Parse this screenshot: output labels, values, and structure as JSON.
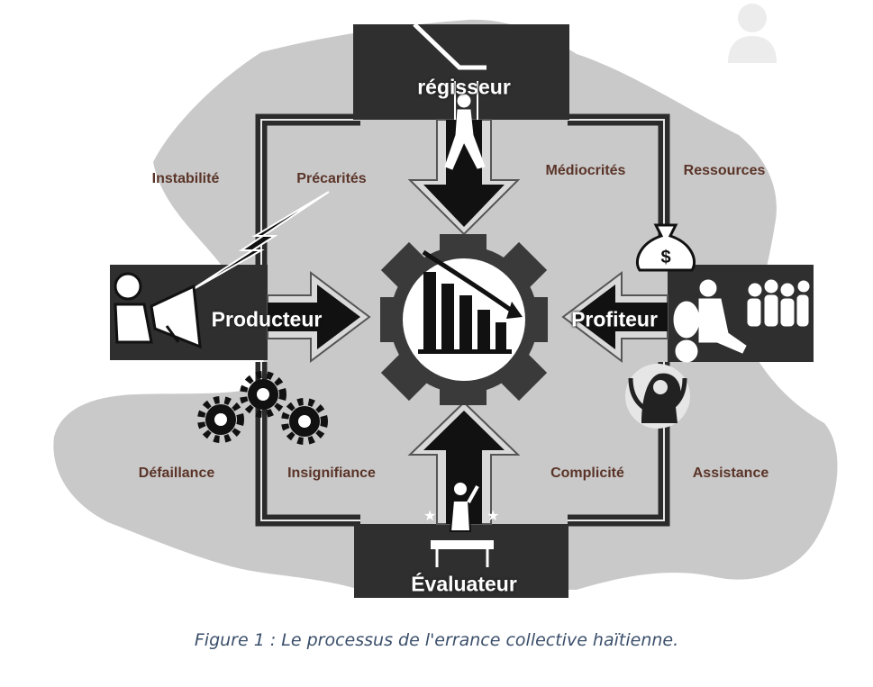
{
  "roles": {
    "top": "régisseur",
    "left": "Producteur",
    "right": "Profiteur",
    "bottom": "Évaluateur"
  },
  "labels": {
    "instabilite": "Instabilité",
    "precarites": "Précarités",
    "mediocrites": "Médiocrités",
    "ressources": "Ressources",
    "defaillance": "Défaillance",
    "insignifiance": "Insignifiance",
    "complicite": "Complicité",
    "assistance": "Assistance"
  },
  "money_symbol": "$",
  "caption": "Figure 1 : Le processus de l'errance collective haïtienne.",
  "colors": {
    "map": "#c9c9c9",
    "frame": "#2b2b2b",
    "box": "#2f2f2f",
    "label_text": "#5a3428",
    "caption_text": "#3b4f6b"
  },
  "icons": [
    "puppeteer-icon",
    "lightning-icon",
    "megaphone-icon",
    "gear-chart-icon",
    "money-bag-icon",
    "crowd-icon",
    "laurel-brain-icon",
    "gears-icon",
    "speaker-podium-icon",
    "avatar-icon"
  ]
}
